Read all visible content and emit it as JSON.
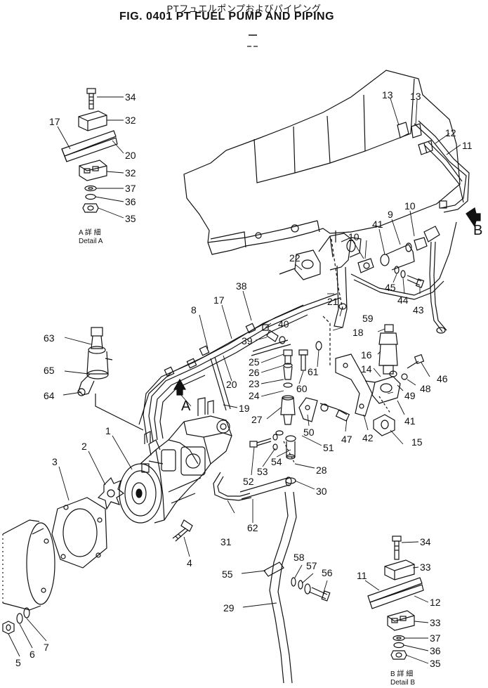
{
  "header": {
    "title_jp": "PTフュエルポンプおよびパイピング",
    "title_en": "FIG. 0401  PT FUEL PUMP AND PIPING"
  },
  "detail_a": {
    "caption_jp": "A 詳 細",
    "caption_en": "Detail  A"
  },
  "detail_b": {
    "caption_jp": "B 詳 細",
    "caption_en": "Detail  B"
  },
  "view_arrows": {
    "a": "A",
    "b": "B"
  },
  "callouts": {
    "n1": "1",
    "n2": "2",
    "n3": "3",
    "n4": "4",
    "n5": "5",
    "n6": "6",
    "n7": "7",
    "n8": "8",
    "n9": "9",
    "n10a": "10",
    "n10b": "10",
    "n11a": "11",
    "n11b": "11",
    "n12a": "12",
    "n12b": "12",
    "n13a": "13",
    "n13b": "13",
    "n14": "14",
    "n15": "15",
    "n16": "16",
    "n17a": "17",
    "n17b": "17",
    "n18": "18",
    "n19": "19",
    "n20a": "20",
    "n20b": "20",
    "n21": "21",
    "n22": "22",
    "n23": "23",
    "n24": "24",
    "n25": "25",
    "n26": "26",
    "n27": "27",
    "n28": "28",
    "n29": "29",
    "n30": "30",
    "n31": "31",
    "n32a": "32",
    "n32b": "32",
    "n33a": "33",
    "n33b": "33",
    "n34a": "34",
    "n34b": "34",
    "n35a": "35",
    "n35b": "35",
    "n36a": "36",
    "n36b": "36",
    "n37a": "37",
    "n37b": "37",
    "n38": "38",
    "n39": "39",
    "n40": "40",
    "n41a": "41",
    "n41b": "41",
    "n42": "42",
    "n43": "43",
    "n44": "44",
    "n45": "45",
    "n46": "46",
    "n47": "47",
    "n48": "48",
    "n49": "49",
    "n50": "50",
    "n51": "51",
    "n52": "52",
    "n53": "53",
    "n54": "54",
    "n55": "55",
    "n56": "56",
    "n57": "57",
    "n58": "58",
    "n59": "59",
    "n60": "60",
    "n61": "61",
    "n62": "62",
    "n63": "63",
    "n64": "64",
    "n65": "65"
  }
}
